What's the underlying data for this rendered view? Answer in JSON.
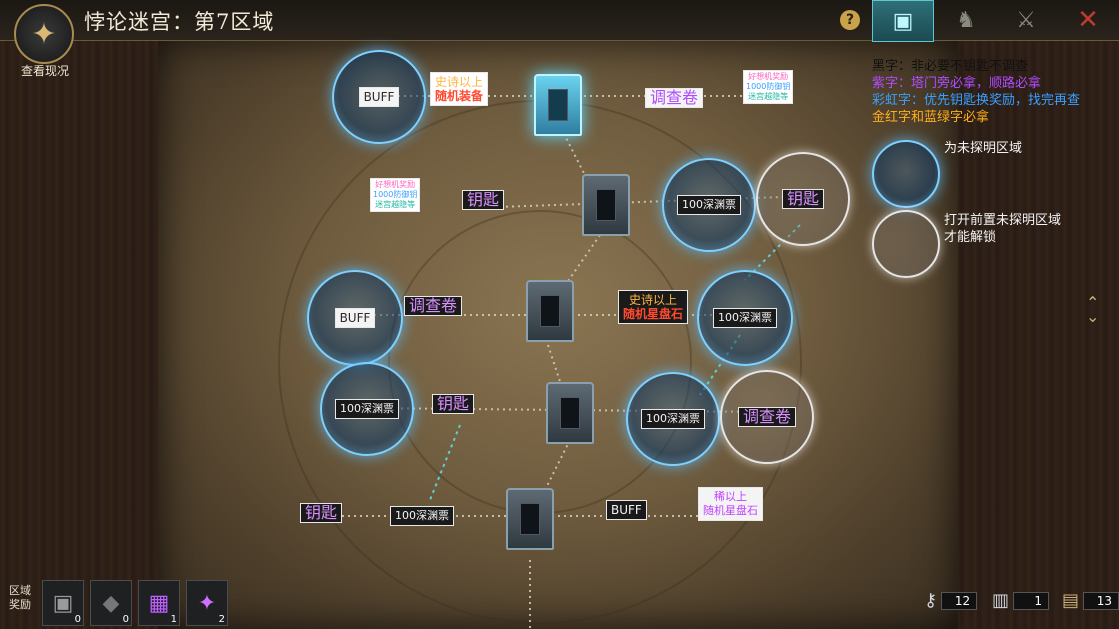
{
  "header": {
    "title": "悖论迷宫：第7区域",
    "compass_label": "查看现况",
    "help_label": "?",
    "close_label": "✕"
  },
  "legend": {
    "line1": "黑字：非必要不钥匙不调查",
    "line2": "紫字：塔门旁必拿，顺路必拿",
    "line3": "彩虹字：优先钥匙换奖励，找完再查",
    "line4": "金红字和蓝绿字必拿",
    "unexplored": "为未探明区域",
    "unlock_hint_1": "打开前置未探明区域",
    "unlock_hint_2": "才能解锁"
  },
  "map": {
    "buff": "BUFF",
    "investigate": "调查卷",
    "key": "钥匙",
    "abyss_ticket": "100深渊票",
    "epic_equip_1": "史诗以上",
    "epic_equip_2": "随机装备",
    "epic_star_1": "史诗以上",
    "epic_star_2": "随机星盘石",
    "rare_star_1": "稀以上",
    "rare_star_2": "随机星盘石",
    "reward_note_1": "好想机奖励",
    "reward_note_2": "1000防御钥",
    "reward_note_3": "迷宫越隐等"
  },
  "rewards": {
    "label": "区域奖励",
    "items": [
      {
        "icon": "treasure-chest-icon",
        "glyph": "▣",
        "count": "0"
      },
      {
        "icon": "ore-stone-icon",
        "glyph": "◆",
        "count": "0"
      },
      {
        "icon": "rare-chest-icon",
        "glyph": "▦",
        "count": "1"
      },
      {
        "icon": "crystal-icon",
        "glyph": "✦",
        "count": "2"
      }
    ]
  },
  "resources": {
    "keys": "12",
    "towers": "1",
    "scrolls": "13"
  },
  "colors": {
    "glow_blue": "#7fd0ff",
    "label_purple": "#d890ff",
    "accent_gold": "#c9a24a",
    "close_red": "#c03a2e"
  }
}
